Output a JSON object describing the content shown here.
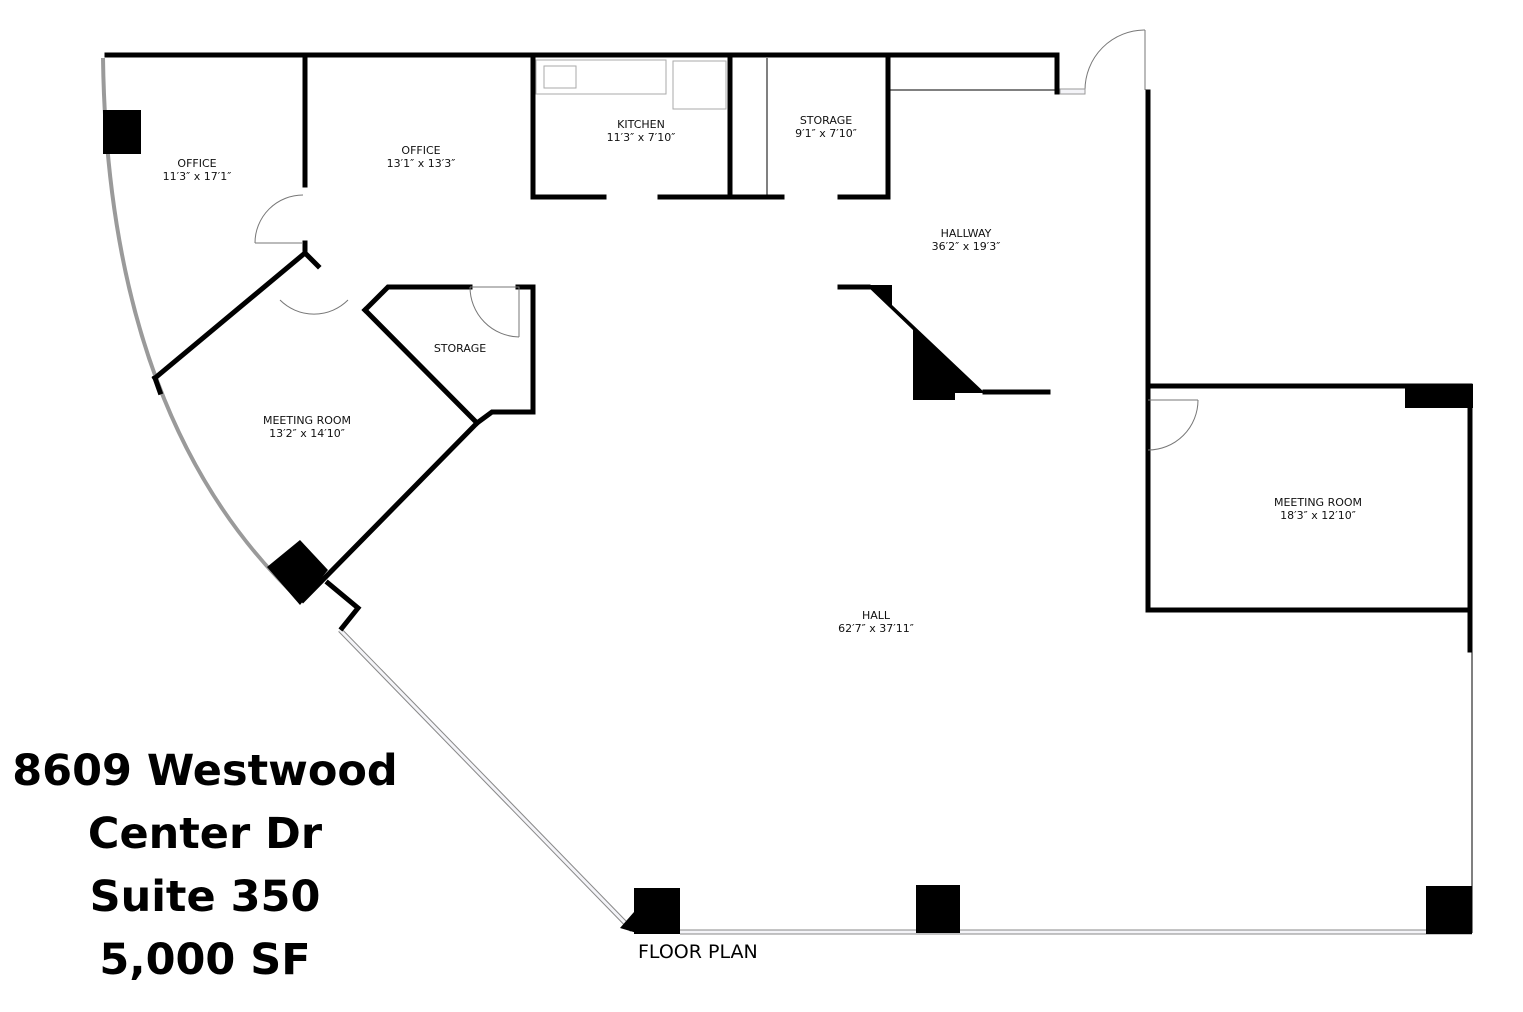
{
  "plan": {
    "title": "FLOOR PLAN",
    "rooms": [
      {
        "name": "OFFICE",
        "size": "11′3″ x 17′1″"
      },
      {
        "name": "OFFICE",
        "size": "13′1″ x 13′3″"
      },
      {
        "name": "KITCHEN",
        "size": "11′3″ x 7′10″"
      },
      {
        "name": "STORAGE",
        "size": "9′1″ x 7′10″"
      },
      {
        "name": "HALLWAY",
        "size": "36′2″ x 19′3″"
      },
      {
        "name": "STORAGE",
        "size": ""
      },
      {
        "name": "MEETING ROOM",
        "size": "13′2″ x 14′10″"
      },
      {
        "name": "MEETING ROOM",
        "size": "18′3″ x 12′10″"
      },
      {
        "name": "HALL",
        "size": "62′7″ x 37′11″"
      }
    ]
  },
  "property": {
    "address_line1": "8609 Westwood",
    "address_line2": "Center Dr",
    "suite": "Suite 350",
    "area": "5,000 SF"
  },
  "colors": {
    "wall": "#000000",
    "background": "#ffffff",
    "window": "#9a9a9a"
  }
}
